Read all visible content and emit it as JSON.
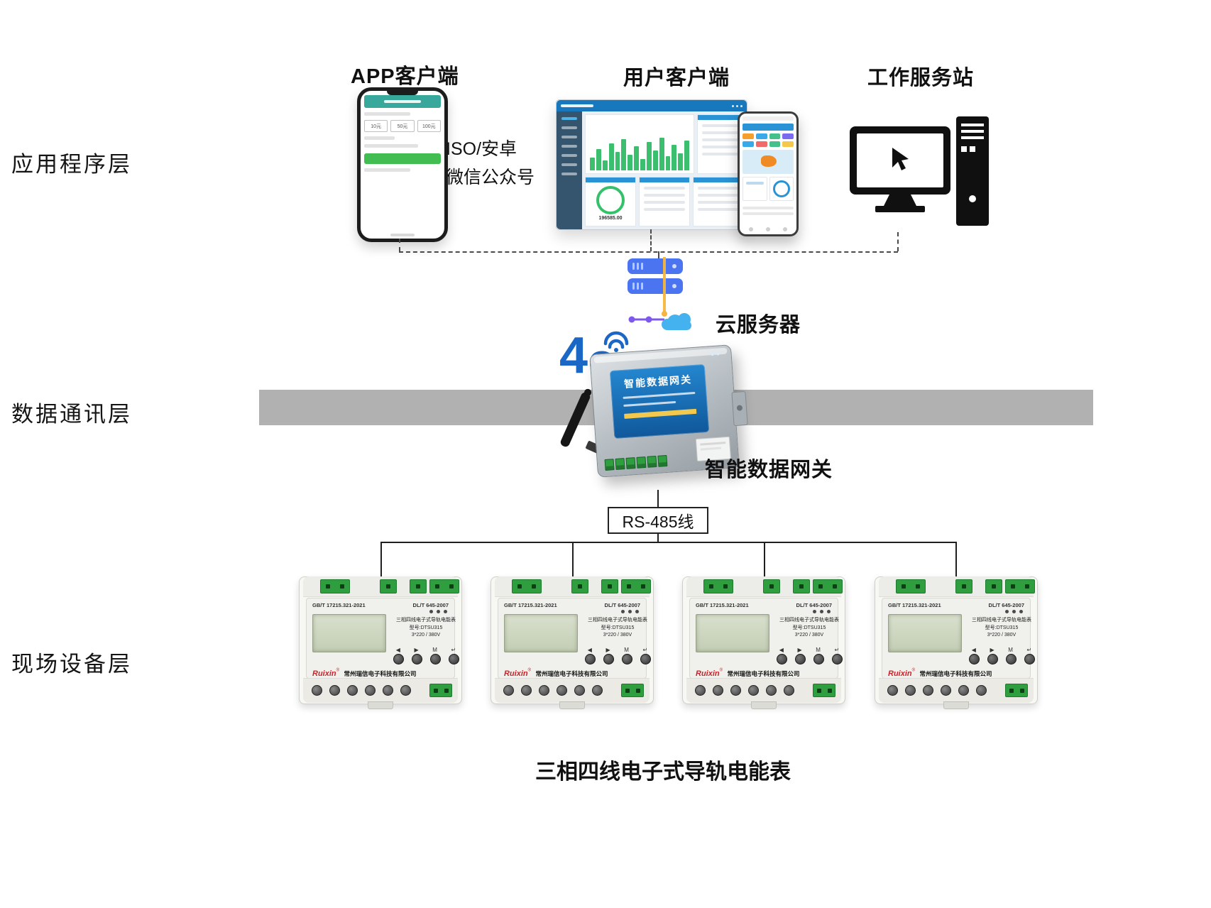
{
  "layers": {
    "application": "应用程序层",
    "communication": "数据通讯层",
    "field": "现场设备层"
  },
  "app_client": {
    "title": "APP客户端",
    "note_line1": "ISO/安卓",
    "note_line2": "微信公众号",
    "amounts": [
      "10元",
      "50元",
      "100元"
    ]
  },
  "web_client": {
    "title": "用户客户端",
    "kpi": "196585.00"
  },
  "workstation": {
    "title": "工作服务站"
  },
  "cloud": {
    "label": "云服务器"
  },
  "network": {
    "g4_number": "4",
    "g4_letter": "G"
  },
  "gateway": {
    "label": "智能数据网关",
    "panel_title": "智能数据网关"
  },
  "bus": {
    "label": "RS-485线"
  },
  "meter": {
    "standard_left": "GB/T 17215.321-2021",
    "standard_right": "DL/T 645-2007",
    "product_name": "三相四线电子式导轨电能表",
    "model": "型号:DTSU315",
    "voltage": "3*220 / 380V",
    "brand": "Ruixin",
    "reg": "®",
    "company": "常州瑞信电子科技有限公司",
    "buttons": [
      "◀",
      "▶",
      "M",
      "↵"
    ]
  },
  "caption": "三相四线电子式导轨电能表",
  "colors": {
    "accent_blue": "#1a67c6",
    "band_gray": "#b1b1b1",
    "terminal_green": "#2e9e3f",
    "panel_blue": "#1878be",
    "chart_green": "#3bbf6e",
    "brand_red": "#cc2229"
  }
}
